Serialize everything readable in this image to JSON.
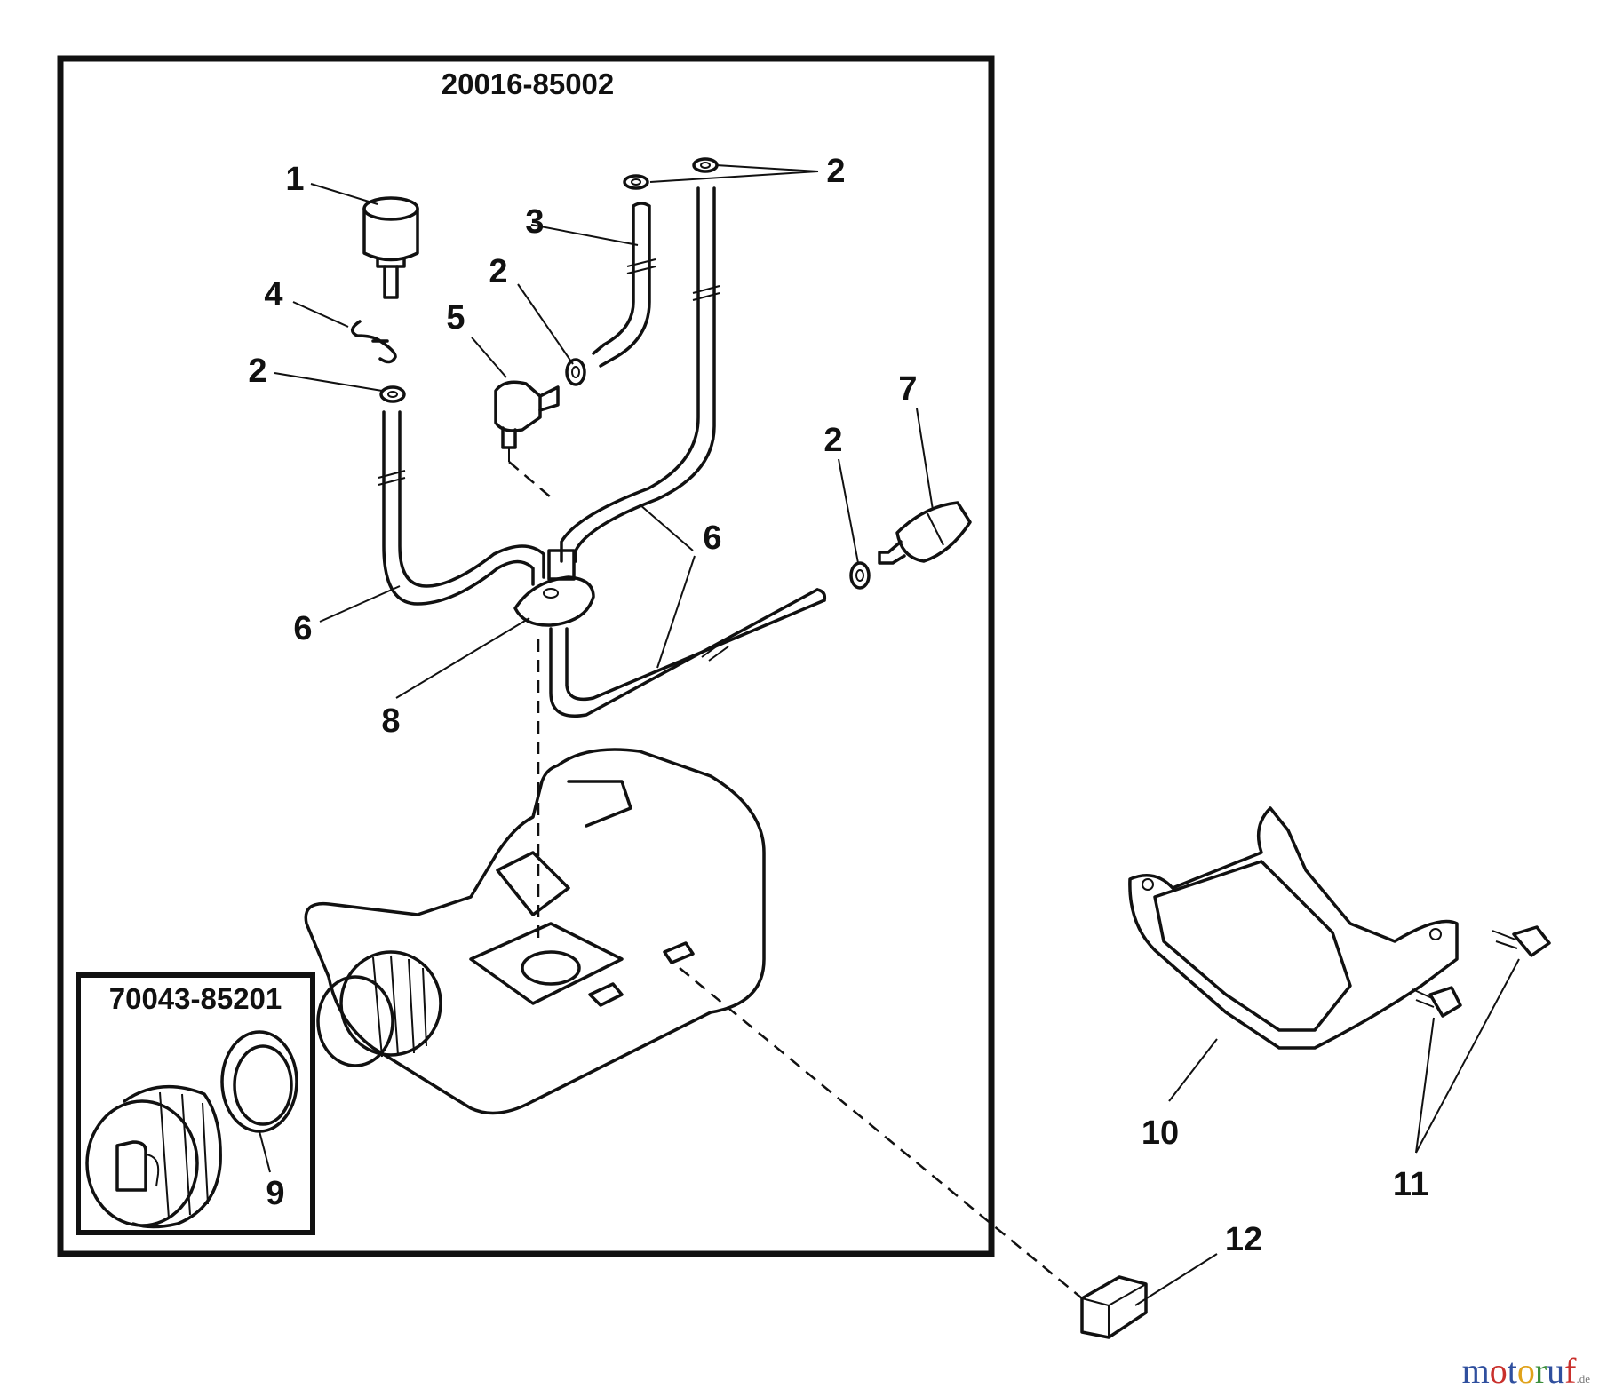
{
  "assemblies": {
    "fuel_tank_assembly": {
      "number": "20016-85002"
    },
    "fuel_cap_assembly": {
      "number": "70043-85201"
    }
  },
  "callouts": {
    "c1": "1",
    "c2a": "2",
    "c2b": "2",
    "c2c": "2",
    "c2d": "2",
    "c3": "3",
    "c4": "4",
    "c5": "5",
    "c6a": "6",
    "c6b": "6",
    "c7": "7",
    "c8": "8",
    "c9": "9",
    "c10": "10",
    "c11": "11",
    "c12": "12"
  },
  "watermark": {
    "letters": [
      "m",
      "o",
      "t",
      "o",
      "r",
      "u",
      "f"
    ],
    "letter_colors": [
      "#2f4f9e",
      "#c9302c",
      "#2f4f9e",
      "#e0a21a",
      "#3b8f3b",
      "#2f4f9e",
      "#c9302c"
    ],
    "suffix": ".de"
  }
}
